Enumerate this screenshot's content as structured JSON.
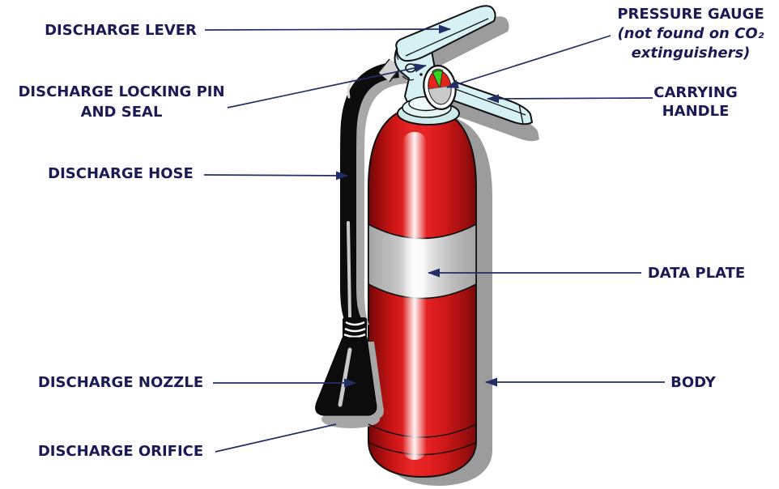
{
  "diagram": {
    "type": "labeled-diagram",
    "subject": "Portable fire extinguisher parts",
    "labels": {
      "discharge_lever": "DISCHARGE LEVER",
      "discharge_locking_pin_line1": "DISCHARGE LOCKING PIN",
      "discharge_locking_pin_line2": "AND SEAL",
      "discharge_hose": "DISCHARGE HOSE",
      "discharge_nozzle": "DISCHARGE NOZZLE",
      "discharge_orifice": "DISCHARGE ORIFICE",
      "pressure_gauge_line1": "PRESSURE GAUGE",
      "pressure_gauge_line2": "(not found on CO₂",
      "pressure_gauge_line3": "extinguishers)",
      "carrying_handle_line1": "CARRYING",
      "carrying_handle_line2": "HANDLE",
      "data_plate": "DATA PLATE",
      "body": "BODY"
    },
    "colors": {
      "label_text": "#1a1b55",
      "leader_line": "#232d66",
      "body_red": "#e02020",
      "body_dark_red": "#7a0808",
      "valve_cyan": "#d6f1f3",
      "data_plate_gray": "#c6c6c6",
      "shadow_gray": "#9c9c9c",
      "hose_black": "#0c0c0c",
      "gauge_green": "#39d41f",
      "gauge_red": "#e32419",
      "gauge_low_gray": "#c9c9c9",
      "background": "#ffffff"
    }
  }
}
